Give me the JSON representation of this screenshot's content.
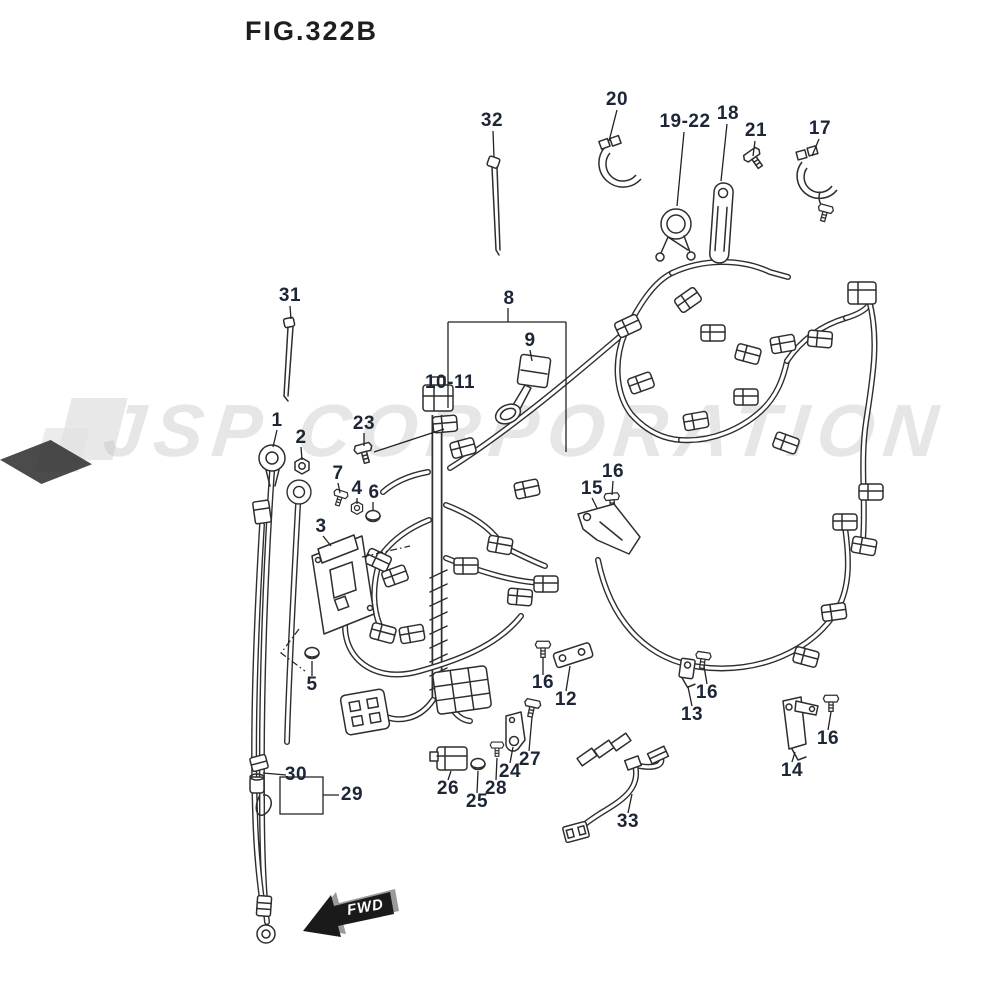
{
  "figure": {
    "title": "FIG.322B"
  },
  "watermark": {
    "text": "JSP CORPORATION"
  },
  "fwd": {
    "label": "FWD"
  },
  "callouts": [
    {
      "part": "32",
      "text": "32"
    },
    {
      "part": "20",
      "text": "20"
    },
    {
      "part": "19-22",
      "text": "19-22"
    },
    {
      "part": "18",
      "text": "18"
    },
    {
      "part": "21",
      "text": "21"
    },
    {
      "part": "17",
      "text": "17"
    },
    {
      "part": "31",
      "text": "31"
    },
    {
      "part": "8",
      "text": "8"
    },
    {
      "part": "9",
      "text": "9"
    },
    {
      "part": "10-11",
      "text": "10-11"
    },
    {
      "part": "1",
      "text": "1"
    },
    {
      "part": "23",
      "text": "23"
    },
    {
      "part": "2",
      "text": "2"
    },
    {
      "part": "7",
      "text": "7"
    },
    {
      "part": "4",
      "text": "4"
    },
    {
      "part": "6",
      "text": "6"
    },
    {
      "part": "16-a",
      "text": "16"
    },
    {
      "part": "15",
      "text": "15"
    },
    {
      "part": "3",
      "text": "3"
    },
    {
      "part": "5",
      "text": "5"
    },
    {
      "part": "16-b",
      "text": "16"
    },
    {
      "part": "12",
      "text": "12"
    },
    {
      "part": "16-c",
      "text": "16"
    },
    {
      "part": "13",
      "text": "13"
    },
    {
      "part": "16-d",
      "text": "16"
    },
    {
      "part": "14",
      "text": "14"
    },
    {
      "part": "30",
      "text": "30"
    },
    {
      "part": "29",
      "text": "29"
    },
    {
      "part": "26",
      "text": "26"
    },
    {
      "part": "25",
      "text": "25"
    },
    {
      "part": "28",
      "text": "28"
    },
    {
      "part": "24",
      "text": "24"
    },
    {
      "part": "27",
      "text": "27"
    },
    {
      "part": "33",
      "text": "33"
    }
  ]
}
